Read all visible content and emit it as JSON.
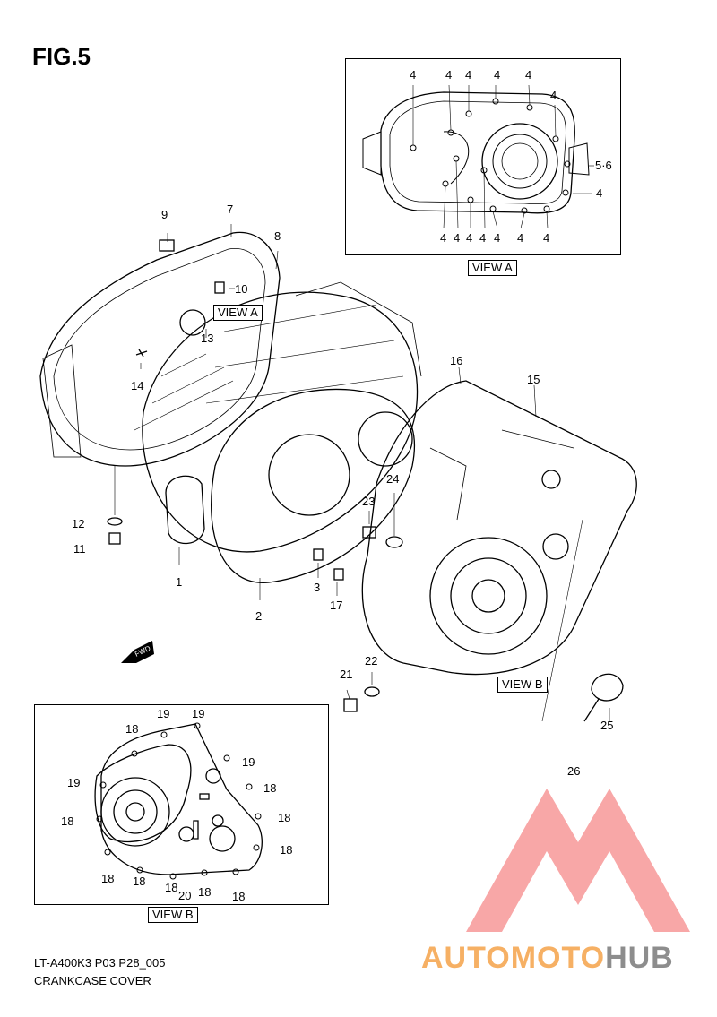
{
  "figure_title": "FIG.5",
  "view_a": {
    "label": "VIEW A",
    "callouts": [
      "4",
      "4",
      "4",
      "4",
      "4",
      "4",
      "4",
      "4",
      "4",
      "4",
      "4",
      "4",
      "4",
      "4",
      "4",
      "5·6"
    ]
  },
  "view_b": {
    "label": "VIEW B",
    "callouts": [
      "18",
      "19",
      "19",
      "19",
      "19",
      "18",
      "18",
      "18",
      "18",
      "18",
      "18",
      "18",
      "18",
      "18",
      "18",
      "20"
    ]
  },
  "main_callouts": [
    "1",
    "2",
    "3",
    "7",
    "8",
    "9",
    "10",
    "11",
    "12",
    "13",
    "14",
    "15",
    "16",
    "17",
    "21",
    "22",
    "23",
    "24",
    "25",
    "26"
  ],
  "view_a_pointer_label": "VIEW A",
  "view_b_pointer_label": "VIEW B",
  "fwd_label": "FWD",
  "footer": {
    "code": "LT-A400K3 P03 P28_005",
    "name": "CRANKCASE COVER"
  },
  "watermark": {
    "text_a": "AUTOMOTO",
    "text_b": "HUB",
    "color_a": "#f5a34a",
    "color_b": "#7a7a7a",
    "logo_color": "#ef3b3b"
  }
}
